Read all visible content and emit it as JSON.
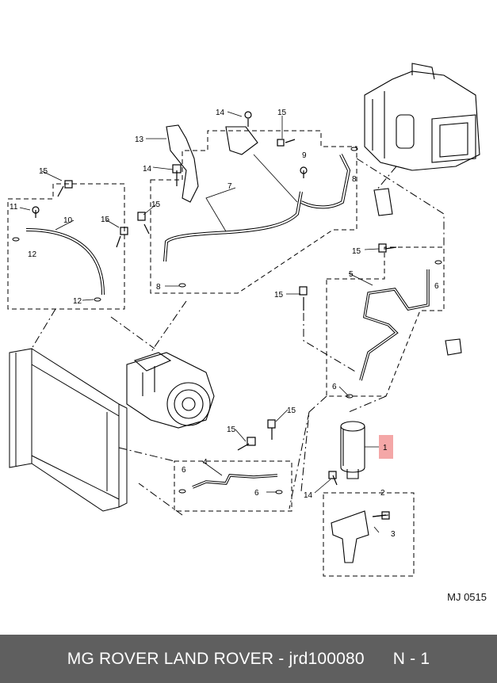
{
  "diagram": {
    "callouts": [
      "14",
      "15",
      "13",
      "14",
      "7",
      "9",
      "8",
      "15",
      "11",
      "10",
      "12",
      "15",
      "15",
      "8",
      "15",
      "12",
      "5",
      "6",
      "15",
      "6",
      "15",
      "15",
      "4",
      "6",
      "6",
      "14",
      "2",
      "3"
    ],
    "highlight_callout": "1",
    "highlight_color": "#f4a7a7"
  },
  "reference_code": "MJ 0515",
  "footer": {
    "text": "MG ROVER LAND ROVER - jrd100080",
    "code": "N - 1",
    "background": "#5f5f5f"
  }
}
